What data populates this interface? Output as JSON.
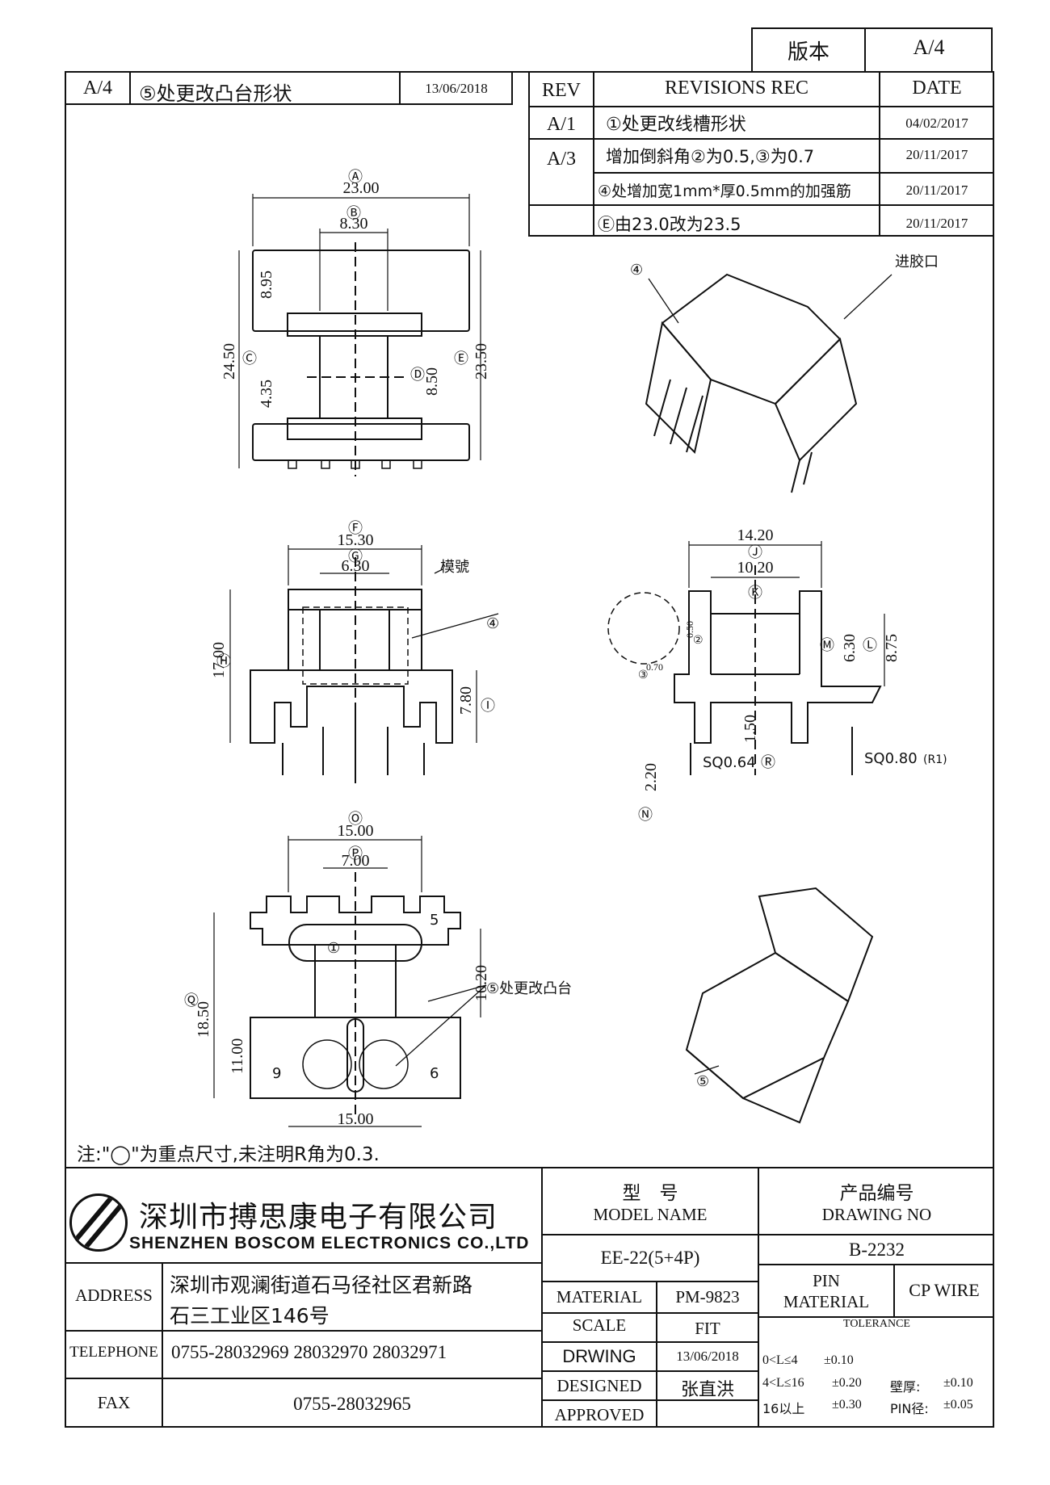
{
  "version_box": {
    "label": "版本",
    "value": "A/4"
  },
  "rev_a4": {
    "rev": "A/4",
    "text": "⑤处更改凸台形状",
    "date": "13/06/2018"
  },
  "revisions": {
    "headers": {
      "rev": "REV",
      "records": "REVISIONS REC",
      "date": "DATE"
    },
    "rows": [
      {
        "rev": "A/1",
        "text": "①处更改线槽形状",
        "date": "04/02/2017"
      },
      {
        "rev": "A/3",
        "text": "增加倒斜角②为0.5,③为0.7",
        "date": "20/11/2017"
      },
      {
        "rev": "",
        "text": "④处增加宽1mm*厚0.5mm的加强筋",
        "date": "20/11/2017"
      },
      {
        "rev": "",
        "text": "Ⓔ由23.0改为23.5",
        "date": "20/11/2017"
      }
    ]
  },
  "drawing": {
    "view1": {
      "dims": [
        "23.00",
        "8.30",
        "8.95",
        "24.50",
        "4.35",
        "8.50",
        "23.50"
      ],
      "markers": [
        "A",
        "B",
        "C",
        "D",
        "E"
      ]
    },
    "iso1": {
      "callouts": [
        "④",
        "进胶口"
      ]
    },
    "view2": {
      "dims": [
        "15.30",
        "6.30",
        "17.00",
        "7.80"
      ],
      "markers": [
        "F",
        "G",
        "H",
        "I"
      ],
      "labels": [
        "模號",
        "④"
      ]
    },
    "view3": {
      "dims": [
        "14.20",
        "10.20",
        "6.30",
        "8.75",
        "1.50",
        "2.20",
        "0.50",
        "0.70"
      ],
      "markers": [
        "J",
        "K",
        "M",
        "L",
        "N",
        "②",
        "③"
      ],
      "labels": [
        "SQ0.64",
        "R",
        "SQ0.80",
        "R1"
      ]
    },
    "view4": {
      "dims": [
        "15.00",
        "7.00",
        "18.50",
        "11.00",
        "10.20",
        "15.00"
      ],
      "markers": [
        "O",
        "P",
        "Q",
        "①"
      ],
      "pins": [
        "5",
        "9",
        "6"
      ],
      "labels": [
        "⑤处更改凸台"
      ]
    },
    "iso2": {
      "callouts": [
        "⑤"
      ]
    }
  },
  "note": "注:\"◯\"为重点尺寸,未注明R角为0.3.",
  "title_block": {
    "company_cn": "深圳市搏思康电子有限公司",
    "company_en": "SHENZHEN BOSCOM ELECTRONICS CO.,LTD",
    "address_label": "ADDRESS",
    "address_line1": "深圳市观澜街道石马径社区君新路",
    "address_line2": "石三工业区146号",
    "telephone_label": "TELEPHONE",
    "telephone": "0755-28032969 28032970 28032971",
    "fax_label": "FAX",
    "fax": "0755-28032965",
    "model_label_cn": "型　号",
    "model_label_en": "MODEL NAME",
    "model": "EE-22(5+4P)",
    "drawing_no_label_cn": "产品编号",
    "drawing_no_label_en": "DRAWING NO",
    "drawing_no": "B-2232",
    "material_label": "MATERIAL",
    "material": "PM-9823",
    "pin_material_label": "PIN MATERIAL",
    "pin_material": "CP WIRE",
    "scale_label": "SCALE",
    "scale": "FIT",
    "tolerance_label": "TOLERANCE",
    "drwing_label": "DRWING",
    "drwing_date": "13/06/2018",
    "designed_label": "DESIGNED",
    "designer": "张直洪",
    "approved_label": "APPROVED",
    "tolerances": [
      {
        "range": "0<L≤4",
        "value": "±0.10"
      },
      {
        "range": "4<L≤16",
        "value": "±0.20"
      },
      {
        "range": "16以上",
        "value": "±0.30"
      }
    ],
    "wall": {
      "label": "壁厚:",
      "value": "±0.10"
    },
    "pin_dia": {
      "label": "PIN径:",
      "value": "±0.05"
    }
  }
}
